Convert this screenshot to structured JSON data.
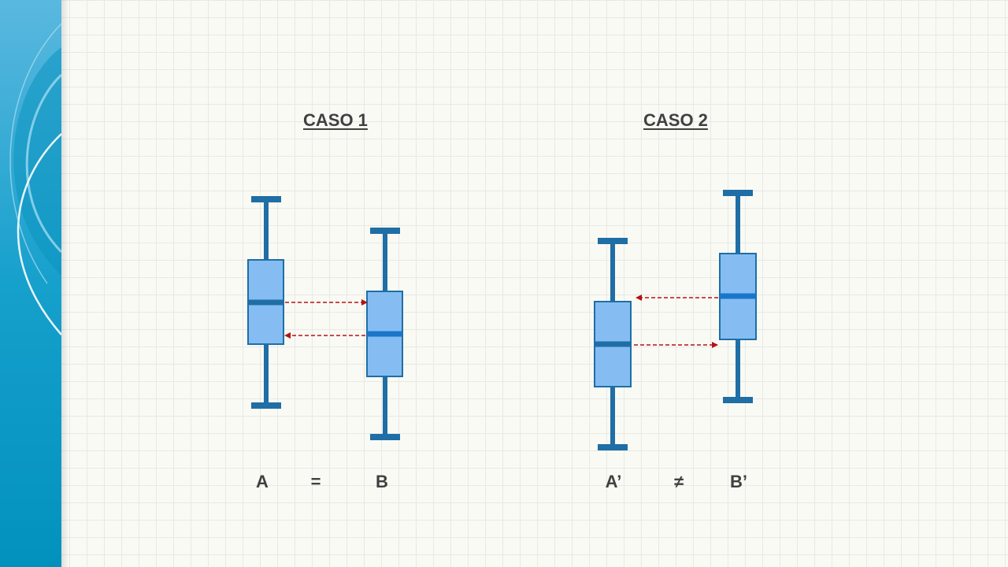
{
  "colors": {
    "box_fill": "#85bdf2",
    "box_stroke": "#1f6ea5",
    "median": "#1976c9",
    "arrow": "#b31313",
    "text": "#404040",
    "banner": "#1ea3cf"
  },
  "caso1": {
    "title": "CASO 1",
    "label_a": "A",
    "relation": "=",
    "label_b": "B"
  },
  "caso2": {
    "title": "CASO 2",
    "label_a": "A’",
    "relation": "≠",
    "label_b": "B’"
  }
}
